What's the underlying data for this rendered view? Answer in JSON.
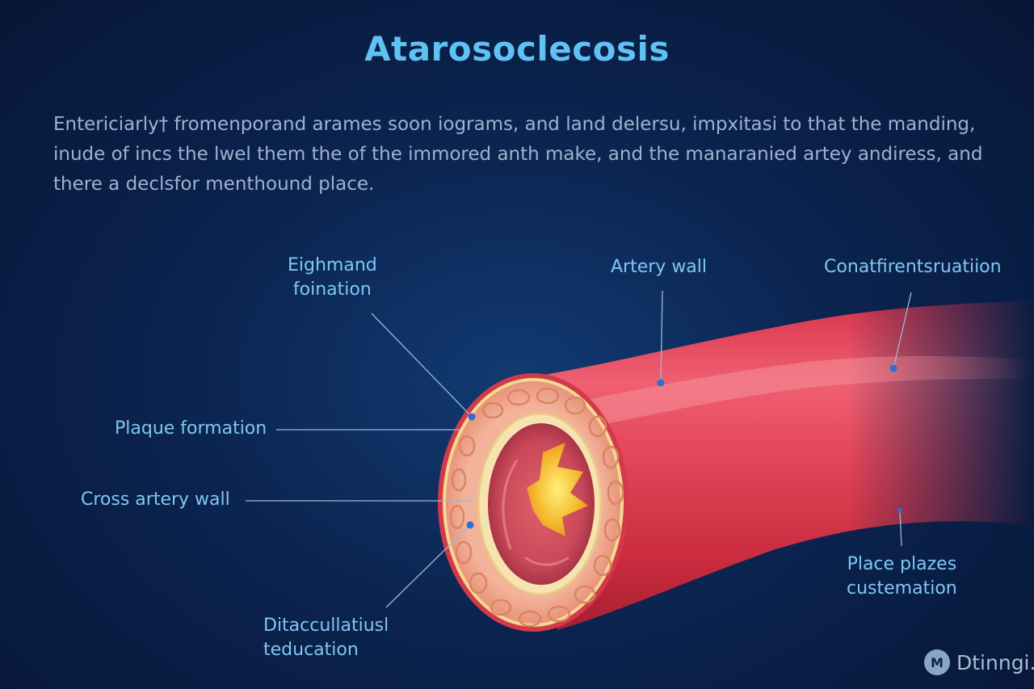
{
  "title": "Atarosoclecosis",
  "description": [
    "Entericiarly† fromenporand arames soon iograms, and land delersu, impxitasi to that the manding,",
    "inude of incs the lwel them the of the immored anth make, and the manaranied artey andiress, and",
    "there a declsfor menthound place."
  ],
  "labels": {
    "eighmand_formation": [
      "Eighmand",
      "foination"
    ],
    "artery_wall": "Artery wall",
    "conatfirentsruation": "Conatfirentsruatiion",
    "plaque_formation": "Plaque formation",
    "cross_artery_wall": "Cross artery wall",
    "place_plazes": [
      "Place plazes",
      "custemation"
    ],
    "ditaccullatiusl": [
      "Ditaccullatiusl",
      "teducation"
    ]
  },
  "logo": {
    "icon_name": "m-logo-icon",
    "icon_letter": "M",
    "text": "Dtinngi."
  },
  "colors": {
    "title": "#5fc2f2",
    "label": "#7ec8f4",
    "artery": "#e0404d",
    "plaque": "#f2c23a"
  }
}
